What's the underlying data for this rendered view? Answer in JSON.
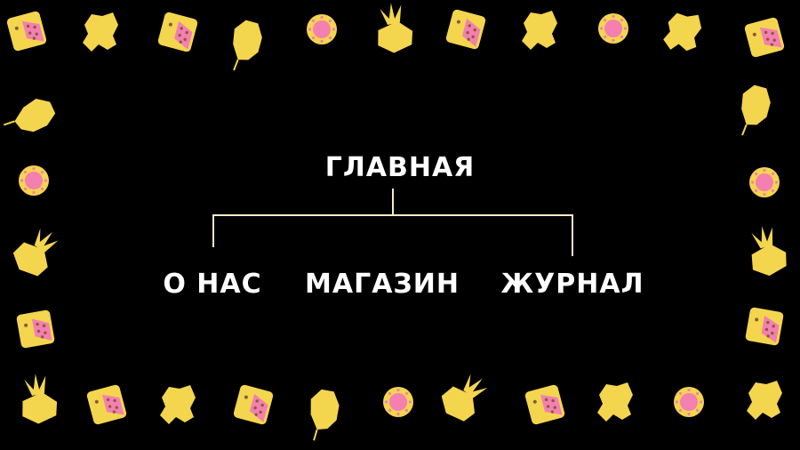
{
  "sitemap": {
    "root": {
      "label": "ГЛАВНАЯ"
    },
    "children": [
      {
        "label": "О НАС"
      },
      {
        "label": "МАГАЗИН"
      },
      {
        "label": "ЖУРНАЛ"
      }
    ]
  },
  "colors": {
    "background": "#000000",
    "text": "#ffffff",
    "connector": "#f5ecc4",
    "icon_yellow": "#f4d54e",
    "icon_pink": "#f47fb1"
  },
  "decor": {
    "border_icons": [
      "dice-icon",
      "broccoli-icon",
      "leaf-icon",
      "poker-chip-icon",
      "pineapple-icon"
    ]
  }
}
